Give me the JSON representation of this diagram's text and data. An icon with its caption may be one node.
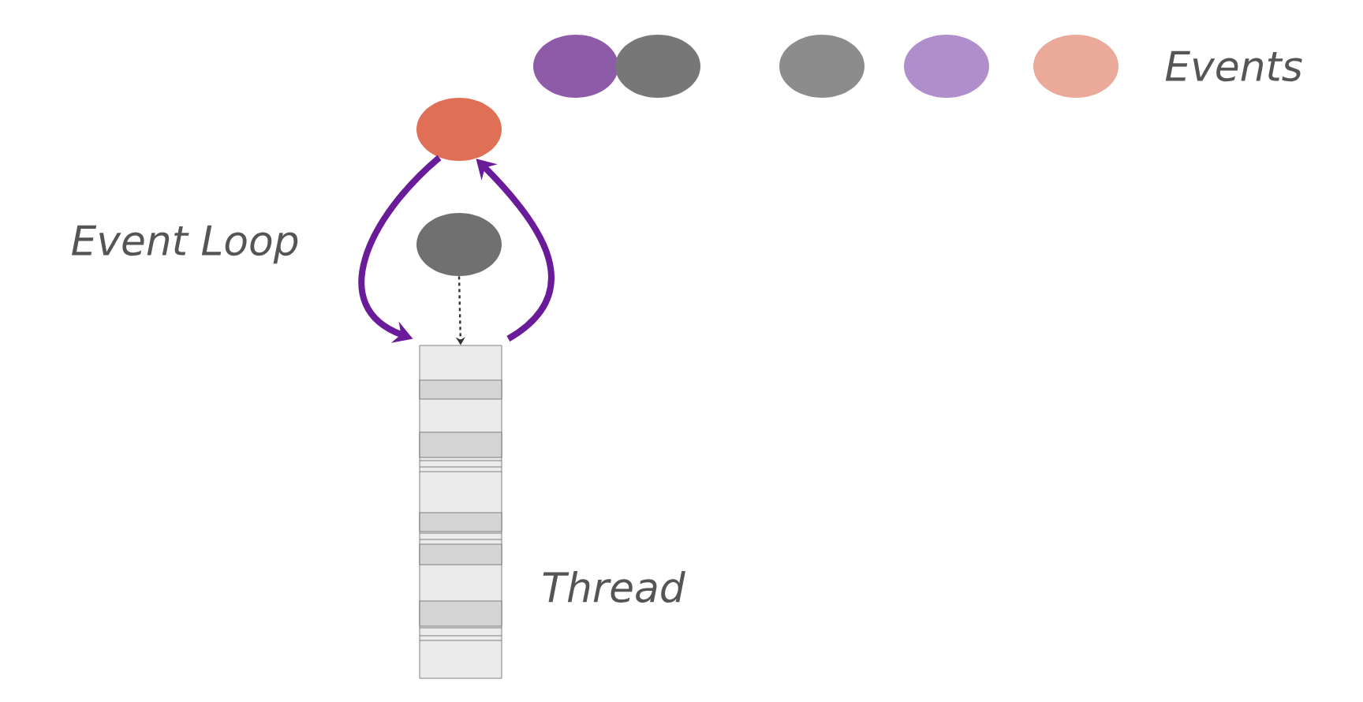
{
  "diagram": {
    "nodes": [
      {
        "text": [],
        "shape": "circle"
      },
      {
        "text": [],
        "shape": "circle"
      },
      {
        "text": [],
        "shape": "circle"
      },
      {
        "text": [],
        "shape": "circle"
      },
      {
        "text": [],
        "shape": "circle"
      },
      {
        "text": [],
        "shape": "circle"
      },
      {
        "text": [],
        "shape": "circle"
      },
      {
        "text": [],
        "shape": "bar",
        "beside": [
          "Thread"
        ]
      }
    ],
    "edges": [
      {
        "from": 5,
        "to": 7,
        "arrow": "to"
      },
      {
        "from": 7,
        "to": 5,
        "arrow": "to"
      },
      {
        "from": 6,
        "to": 7,
        "arrow": "to",
        "style": "dashed",
        "color": "#333333"
      }
    ],
    "labels": [
      "Events",
      "Event Loop"
    ]
  }
}
